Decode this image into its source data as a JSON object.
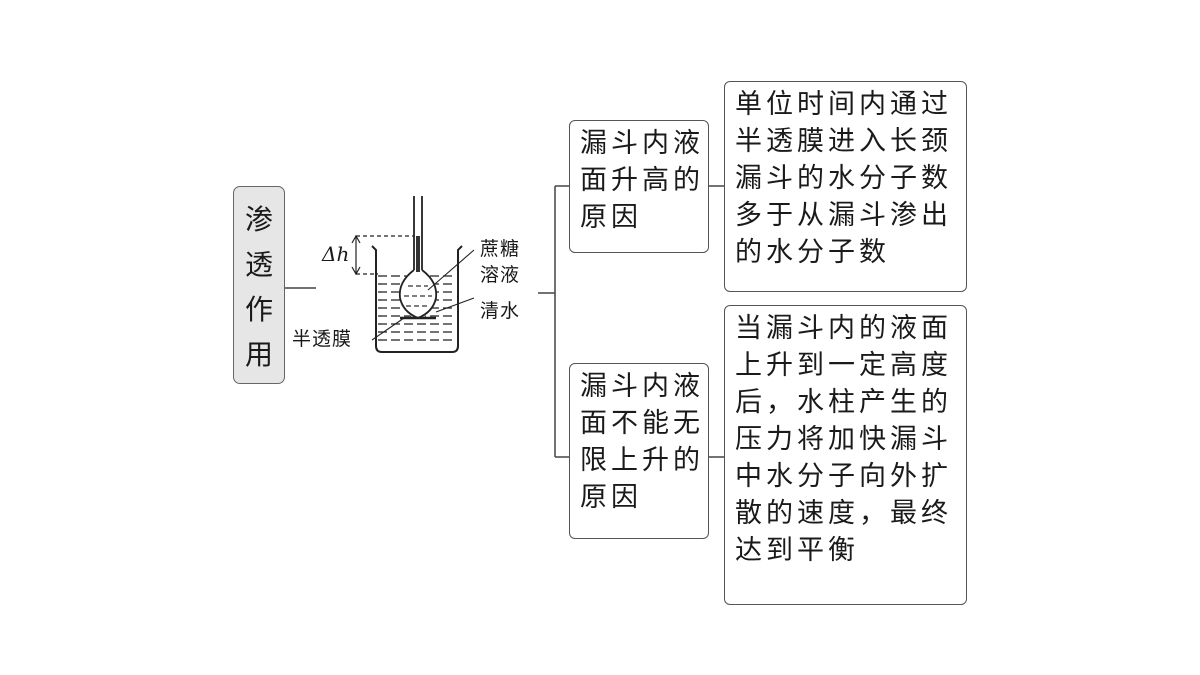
{
  "root": {
    "chars": [
      "渗",
      "透",
      "作",
      "用"
    ]
  },
  "figure": {
    "delta_label": "Δh",
    "sucrose_label": [
      "蔗糖",
      "溶液"
    ],
    "water_label": "清水",
    "membrane_label": "半透膜"
  },
  "branches": [
    {
      "label_lines": [
        "漏斗内液",
        "面升高的",
        "原因"
      ],
      "detail_lines": [
        "单位时间内通过",
        "半透膜进入长颈",
        "漏斗的水分子数",
        "多于从漏斗渗出",
        "的水分子数"
      ]
    },
    {
      "label_lines": [
        "漏斗内液",
        "面不能无",
        "限上升的",
        "原因"
      ],
      "detail_lines": [
        "当漏斗内的液面",
        "上升到一定高度",
        "后，水柱产生的",
        "压力将加快漏斗",
        "中水分子向外扩",
        "散的速度，最终",
        "达到平衡"
      ]
    }
  ]
}
